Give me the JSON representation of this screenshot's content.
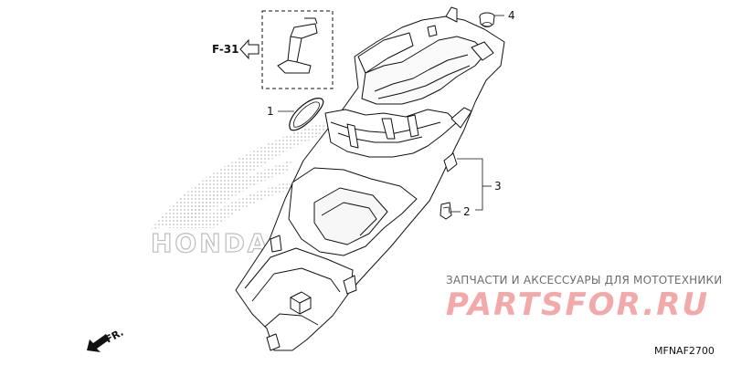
{
  "diagram": {
    "reference": "F-31",
    "front_marker": "FR.",
    "diagram_code": "MFNAF2700",
    "callouts": [
      {
        "num": "1"
      },
      {
        "num": "2"
      },
      {
        "num": "3"
      },
      {
        "num": "4"
      }
    ]
  },
  "background_logo": {
    "brand_text": "HONDA",
    "color": "#c8c8c8"
  },
  "watermark": {
    "tagline": "ЗАПЧАСТИ И АКСЕССУАРЫ ДЛЯ МОТОТЕХНИКИ",
    "site": "PARTSFOR.RU",
    "color": "#f3a9a9"
  },
  "colors": {
    "line": "#111111",
    "background": "#ffffff"
  }
}
